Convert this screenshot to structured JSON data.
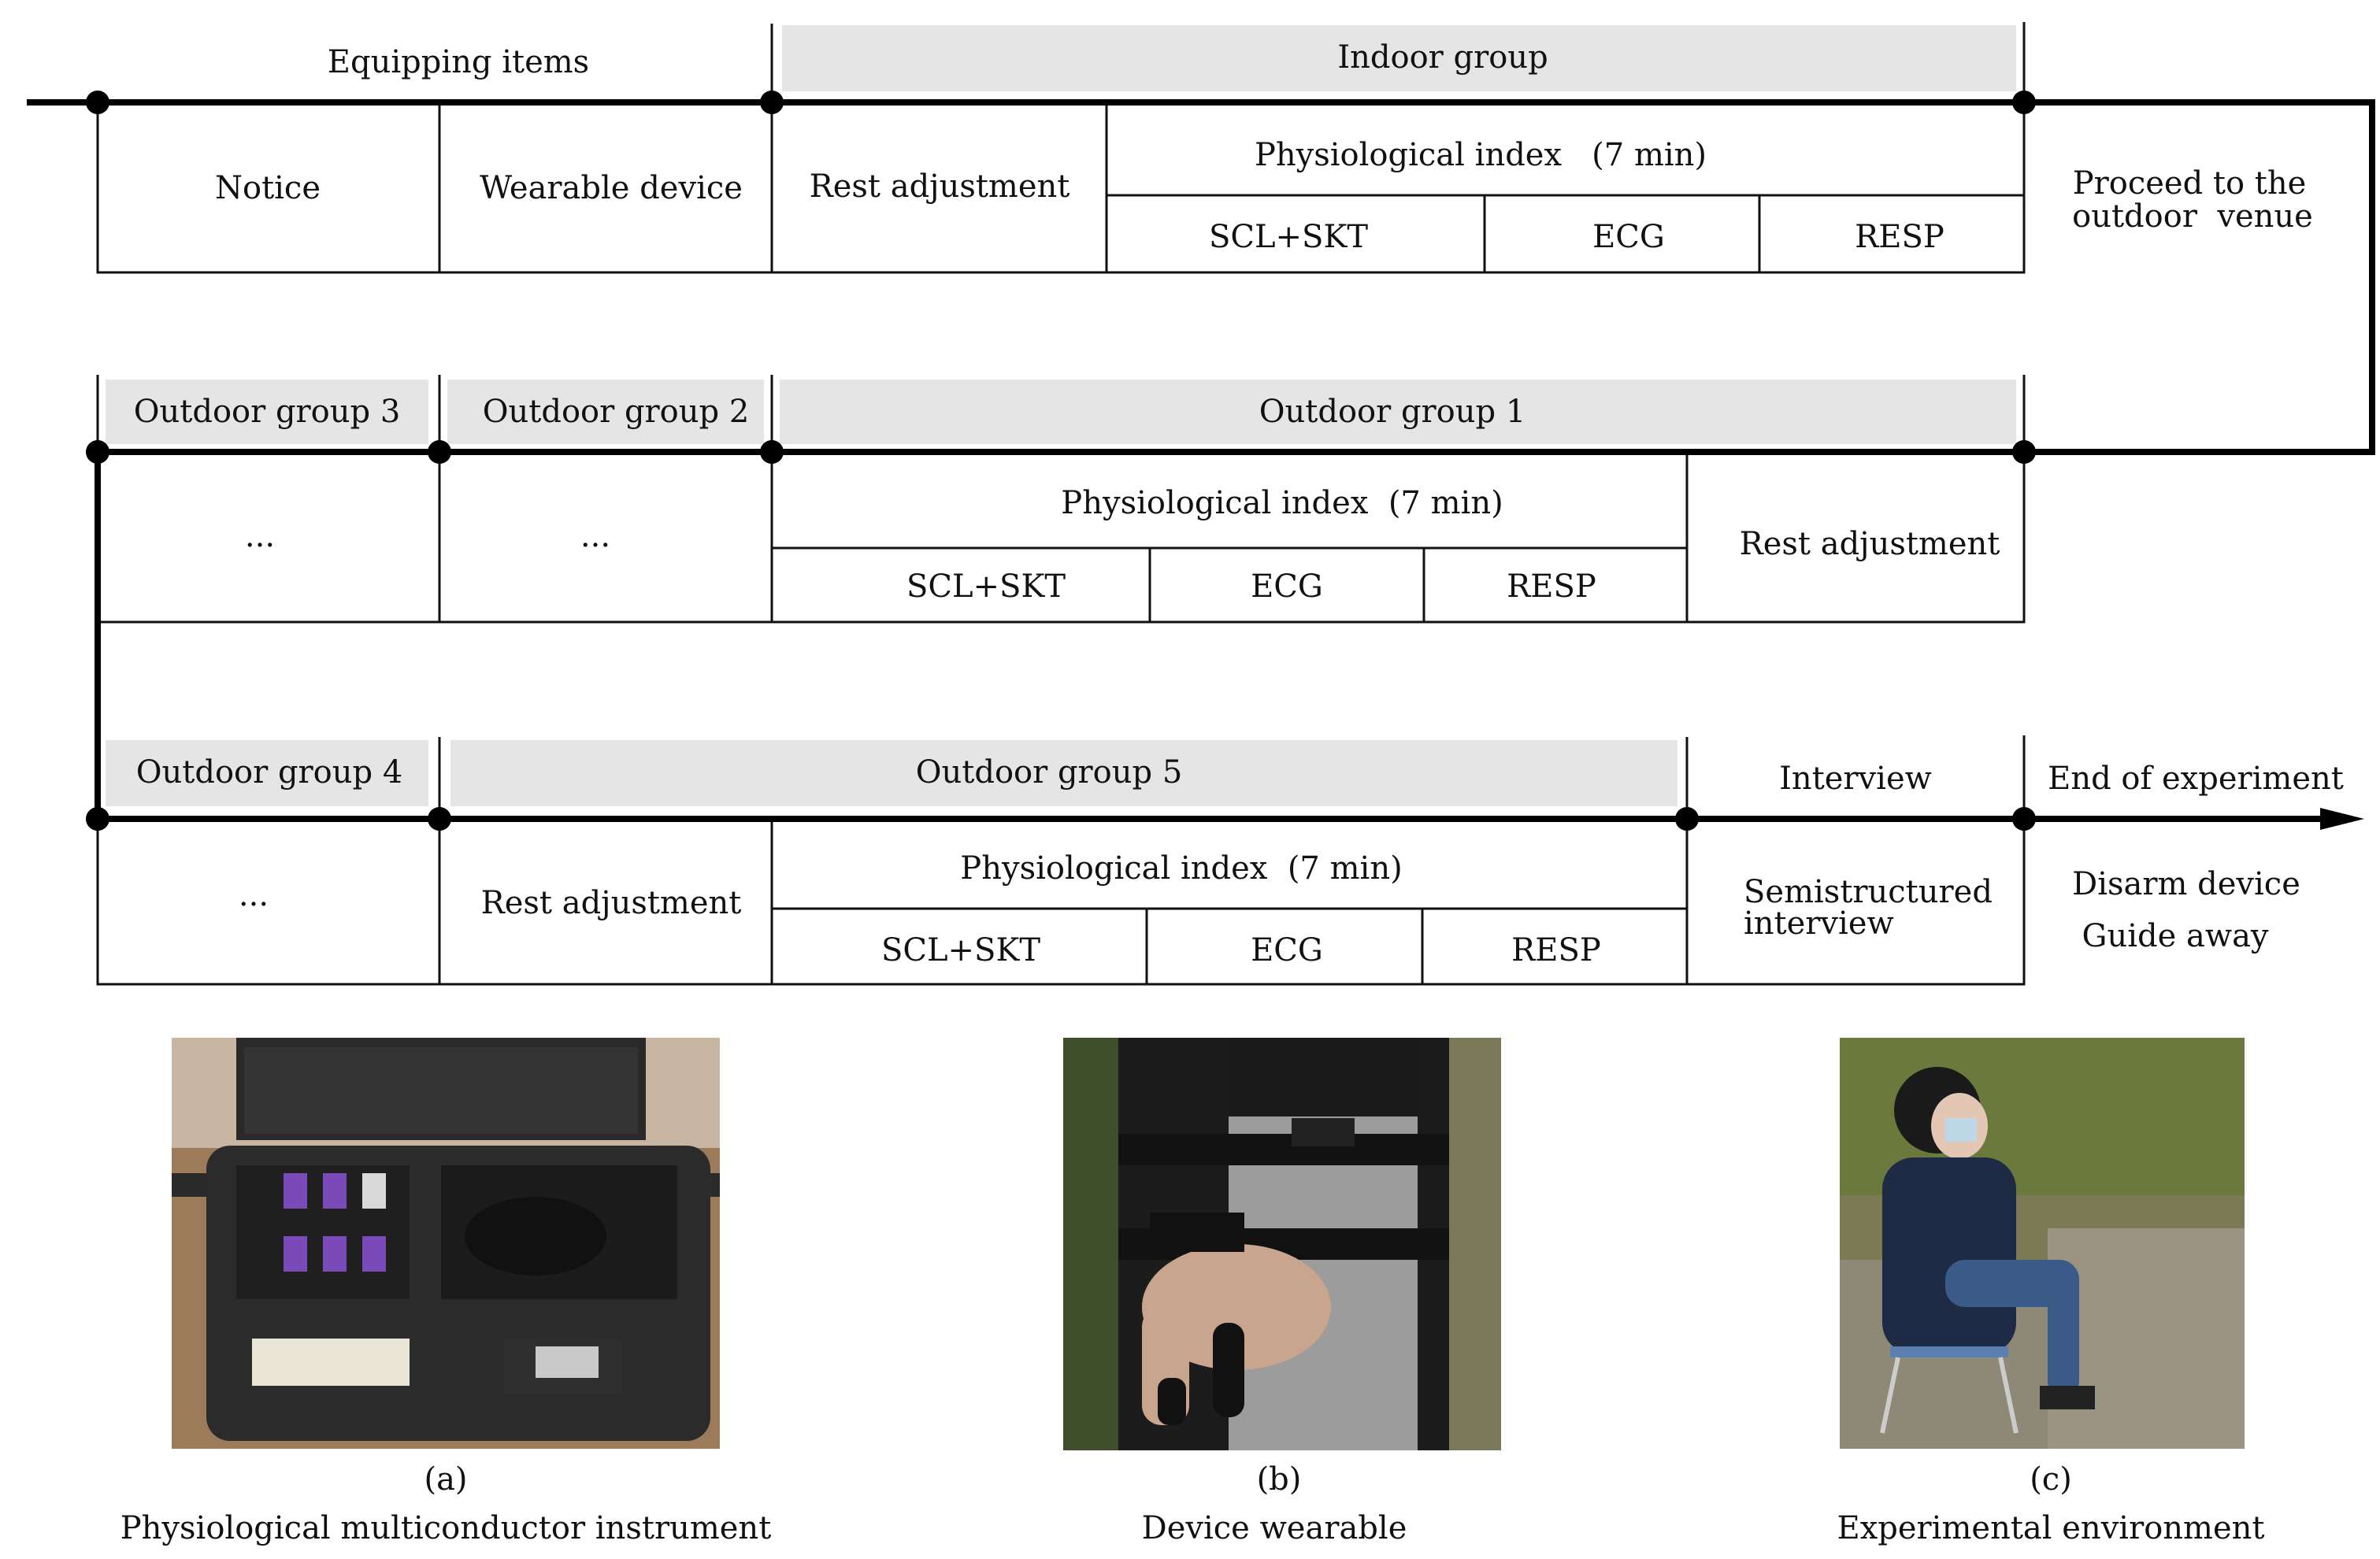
{
  "row1": {
    "equipping_label": "Equipping items",
    "indoor_header": "Indoor group",
    "notice": "Notice",
    "wearable": "Wearable device",
    "rest": "Rest adjustment",
    "phys": "Physiological index   (7 min)",
    "scl": "SCL+SKT",
    "ecg": "ECG",
    "resp": "RESP",
    "proceed_line1": "Proceed to the",
    "proceed_line2": "outdoor  venue"
  },
  "row2": {
    "og3": "Outdoor group 3",
    "og2": "Outdoor group 2",
    "og1": "Outdoor group 1",
    "ellipsis1": "...",
    "ellipsis2": "...",
    "phys": "Physiological index  (7 min)",
    "scl": "SCL+SKT",
    "ecg": "ECG",
    "resp": "RESP",
    "rest": "Rest adjustment"
  },
  "row3": {
    "og4": "Outdoor group 4",
    "og5": "Outdoor group 5",
    "interview": "Interview",
    "end": "End of experiment",
    "ellipsis": "...",
    "rest": "Rest adjustment",
    "phys": "Physiological index  (7 min)",
    "scl": "SCL+SKT",
    "ecg": "ECG",
    "resp": "RESP",
    "semi_line1": "Semistructured",
    "semi_line2": "interview",
    "disarm": "Disarm device",
    "guide": "Guide away"
  },
  "photos": [
    {
      "tag": "(a)",
      "caption": "Physiological multiconductor instrument"
    },
    {
      "tag": "(b)",
      "caption": "Device wearable"
    },
    {
      "tag": "(c)",
      "caption": "Experimental environment"
    }
  ],
  "colors": {
    "line": "#000000",
    "header_fill": "#e5e5e5"
  }
}
